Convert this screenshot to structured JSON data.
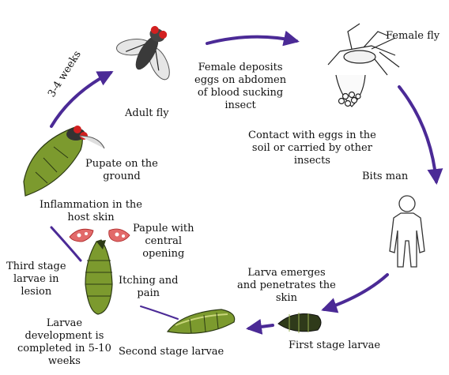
{
  "diagram": {
    "colors": {
      "arrow": "#4b2a96",
      "larva_green": "#7c9a2e",
      "larva_dark": "#2c3a14",
      "fly_wing": "#c8c8c8",
      "fly_eye": "#d22020",
      "papule": "#d84a4a",
      "outline": "#333333"
    },
    "labels": {
      "female_fly": "Female fly",
      "female_deposits": [
        "Female deposits",
        "eggs on abdomen",
        "of blood sucking",
        "insect"
      ],
      "contact_eggs": [
        "Contact with eggs in the",
        "soil or carried by other",
        "insects"
      ],
      "bits_man": "Bits man",
      "larva_emerges": [
        "Larva emerges",
        "and penetrates the",
        "skin"
      ],
      "first_stage": "First stage larvae",
      "second_stage": "Second stage larvae",
      "itching": [
        "Itching and",
        "pain"
      ],
      "larvae_development": [
        "Larvae",
        "development is",
        "completed in 5-10",
        "weeks"
      ],
      "third_stage": [
        "Third stage",
        "larvae in",
        "lesion"
      ],
      "papule": [
        "Papule with",
        "central",
        "opening"
      ],
      "inflammation": [
        "Inflammation in the",
        "host skin"
      ],
      "pupate": [
        "Pupate on the",
        "ground"
      ],
      "adult_fly": "Adult fly",
      "weeks": "3-4 weeks"
    }
  }
}
